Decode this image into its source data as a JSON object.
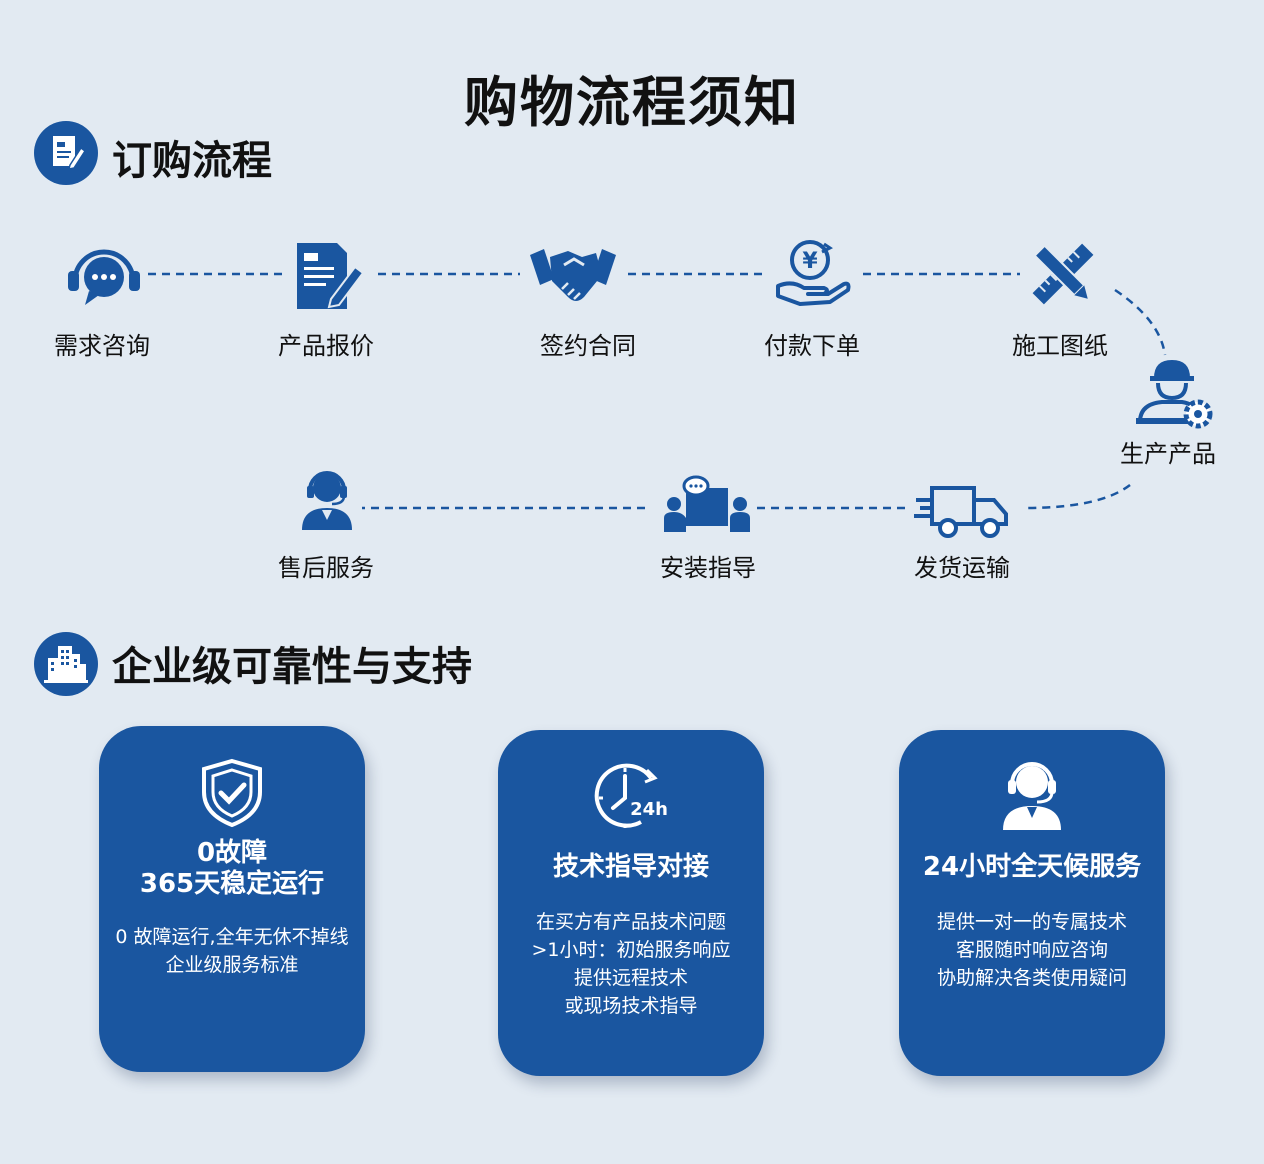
{
  "page_title": "购物流程须知",
  "colors": {
    "brand_blue": "#1a56a0",
    "background": "#e2eaf2",
    "text": "#111111"
  },
  "order_section": {
    "title": "订购流程",
    "icon": "document-pen-icon",
    "steps": [
      {
        "label": "需求咨询",
        "icon": "chat-headset-icon"
      },
      {
        "label": "产品报价",
        "icon": "document-pen-icon"
      },
      {
        "label": "签约合同",
        "icon": "handshake-icon"
      },
      {
        "label": "付款下单",
        "icon": "yen-hand-icon"
      },
      {
        "label": "施工图纸",
        "icon": "ruler-pencil-icon"
      },
      {
        "label": "生产产品",
        "icon": "worker-gear-icon"
      },
      {
        "label": "发货运输",
        "icon": "delivery-truck-icon"
      },
      {
        "label": "安装指导",
        "icon": "consultation-icon"
      },
      {
        "label": "售后服务",
        "icon": "customer-service-icon"
      }
    ]
  },
  "reliability_section": {
    "title": "企业级可靠性与支持",
    "icon": "buildings-icon",
    "cards": [
      {
        "icon": "shield-check-icon",
        "title_lines": [
          "0故障",
          "365天稳定运行"
        ],
        "desc_lines": [
          "0 故障运行,全年无休不掉线",
          "企业级服务标准"
        ]
      },
      {
        "icon": "clock-24h-icon",
        "title_lines": [
          "技术指导对接"
        ],
        "desc_lines": [
          "在买方有产品技术问题",
          ">1小时：初始服务响应",
          "提供远程技术",
          "或现场技术指导"
        ]
      },
      {
        "icon": "support-agent-icon",
        "title_lines": [
          "24小时全天候服务"
        ],
        "desc_lines": [
          "提供一对一的专属技术",
          "客服随时响应咨询",
          "协助解决各类使用疑问"
        ]
      }
    ]
  }
}
